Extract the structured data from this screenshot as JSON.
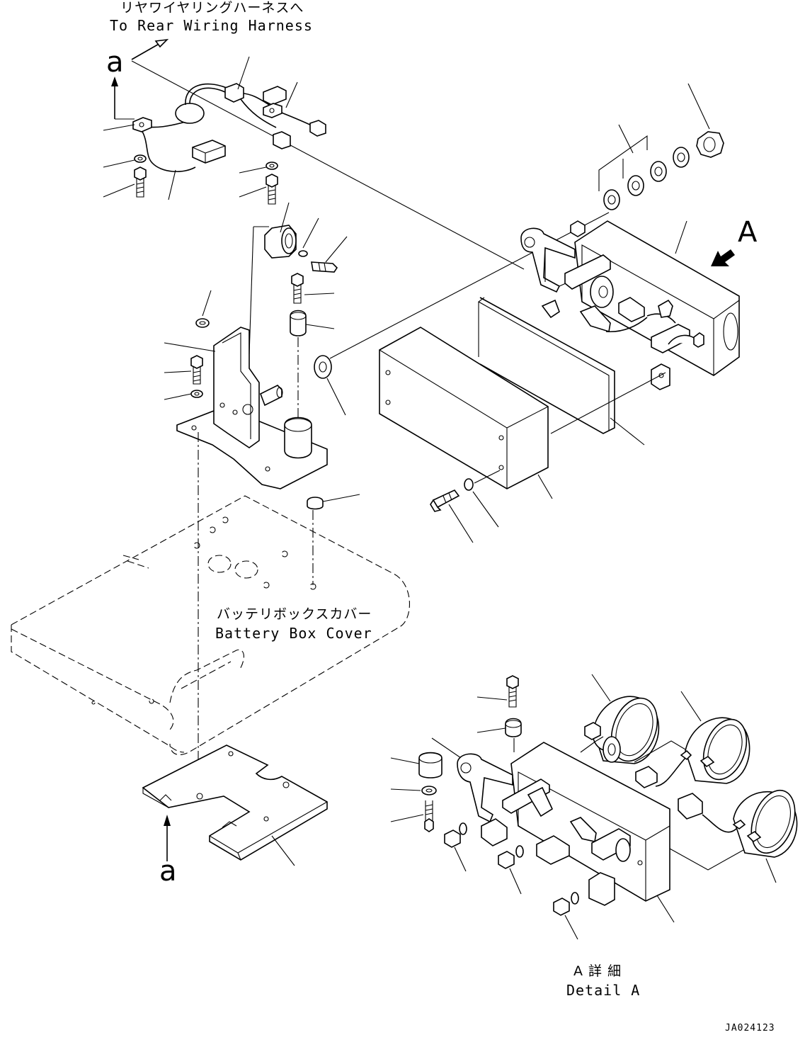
{
  "labels": {
    "harness_jp": "リヤワイヤリングハーネスへ",
    "harness_en": "To Rear Wiring Harness",
    "cover_jp": "バッテリボックスカバー",
    "cover_en": "Battery Box Cover",
    "detail_jp": "A 詳 細",
    "detail_en": "Detail A",
    "view_a": "A",
    "ref_a_top": "a",
    "ref_a_bottom": "a",
    "drawing_code": "JA024123"
  }
}
